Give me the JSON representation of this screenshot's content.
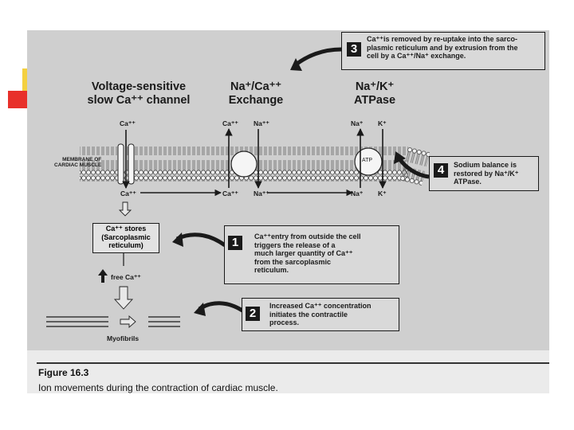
{
  "headers": {
    "channel": "Voltage-sensitive\nslow Ca⁺⁺ channel",
    "exchange": "Na⁺/Ca⁺⁺\nExchange",
    "atpase": "Na⁺/K⁺\nATPase"
  },
  "ion_labels": {
    "ca_top_1": "Ca⁺⁺",
    "ca_bottom_1": "Ca⁺⁺",
    "ca_top_2": "Ca⁺⁺",
    "na_top_2": "Na⁺⁺",
    "ca_bottom_2": "Ca⁺⁺",
    "na_bottom_2": "Na⁺⁺",
    "na_top_3": "Na⁺",
    "k_top_3": "K⁺",
    "na_bottom_3": "Na⁺",
    "k_bottom_3": "K⁺"
  },
  "membrane_label": "MEMBRANE OF\nCARDIAC MUSCLE",
  "stores_label": "Ca⁺⁺ stores\n(Sarcoplasmic\nreticulum)",
  "free_ca_label": "free Ca⁺⁺",
  "myofibrils_label": "Myofibrils",
  "callouts": [
    {
      "number": "1",
      "text": "Ca⁺⁺entry from outside the cell\ntriggers the release of a\nmuch larger quantity of Ca⁺⁺\nfrom the sarcoplasmic\nreticulum."
    },
    {
      "number": "2",
      "text": "Increased Ca⁺⁺ concentration\ninitiates the contractile\nprocess."
    },
    {
      "number": "3",
      "text": "Ca⁺⁺is removed by re-uptake into the sarco-\nplasmic reticulum and by extrusion from the\ncell by a Ca⁺⁺/Na⁺ exchange."
    },
    {
      "number": "4",
      "text": "Sodium balance is\nrestored by Na⁺/K⁺\nATPase."
    }
  ],
  "atp_label": "ATP",
  "figure": {
    "title": "Figure 16.3",
    "caption": "Ion movements during the contraction of cardiac muscle."
  },
  "colors": {
    "background_scan": "#cfcfcf",
    "ink": "#1a1a1a",
    "decoration_red": "#e8302a",
    "decoration_yellow": "#f4d03f"
  }
}
